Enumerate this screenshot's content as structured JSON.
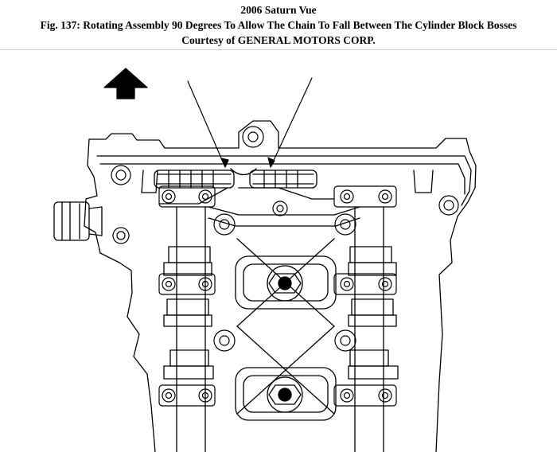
{
  "caption": {
    "vehicle": "2006 Saturn Vue",
    "figure_title": "Fig. 137: Rotating Assembly 90 Degrees To Allow The Chain To Fall Between The Cylinder Block Bosses",
    "courtesy": "Courtesy of GENERAL MOTORS CORP."
  },
  "diagram": {
    "subject": "cylinder head with twin camshafts, bearing caps and timing chain",
    "callouts": 2,
    "direction_arrow": "up",
    "line_color": "#000000",
    "background_color": "#ffffff"
  }
}
